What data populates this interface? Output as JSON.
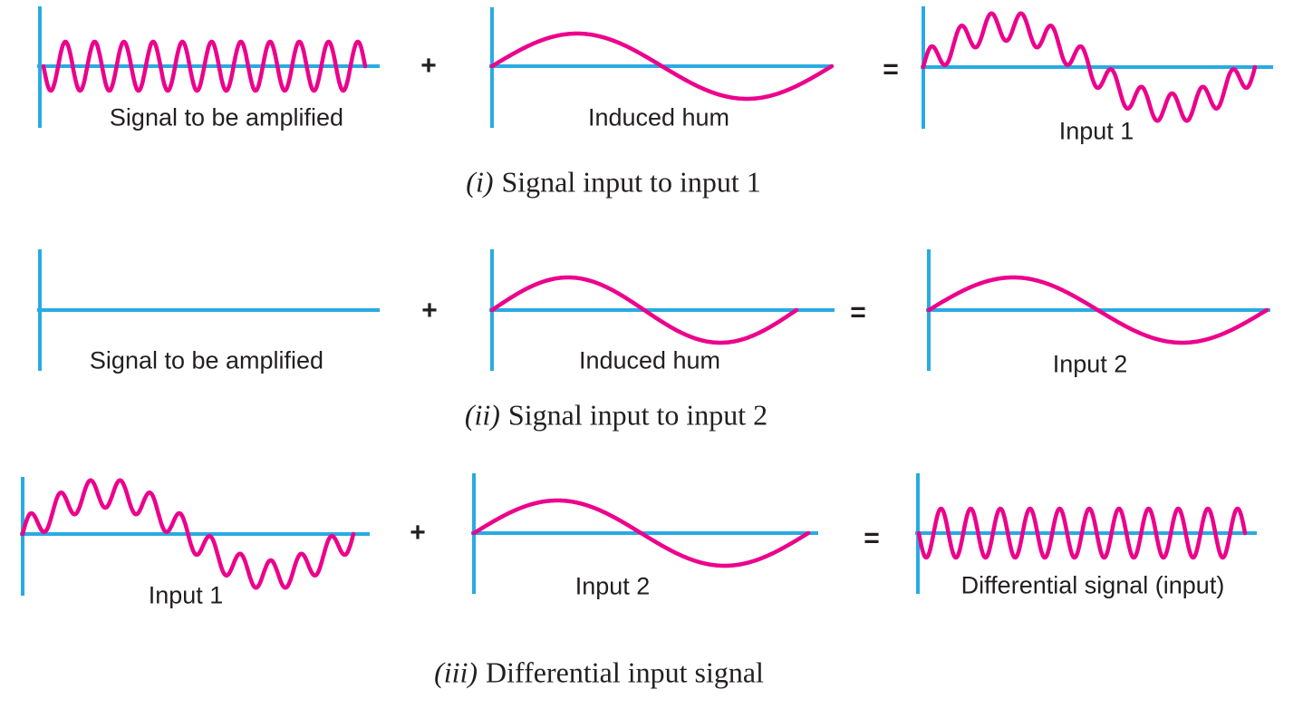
{
  "colors": {
    "axis": "#29ABE2",
    "wave": "#EC008C",
    "text": "#231F20"
  },
  "rows": [
    {
      "caption": {
        "numeral": "(i)",
        "text": "Signal input to input 1"
      },
      "operators": {
        "plus": "+",
        "equals": "="
      },
      "panels": [
        {
          "label": "Signal to be amplified",
          "signal": {
            "type": "carrier",
            "cycles": 11,
            "amp": 27
          }
        },
        {
          "label": "Induced hum",
          "signal": {
            "type": "hum",
            "cycles": 1,
            "amp": 36
          }
        },
        {
          "label": "Input 1",
          "signal": {
            "type": "combined",
            "env_cycles": 1,
            "env_amp": 45,
            "ripple_cycles": 11,
            "ripple_amp": 16
          }
        }
      ]
    },
    {
      "caption": {
        "numeral": "(ii)",
        "text": "Signal input to input 2"
      },
      "operators": {
        "plus": "+",
        "equals": "="
      },
      "panels": [
        {
          "label": "Signal to be amplified",
          "signal": {
            "type": "flat"
          }
        },
        {
          "label": "Induced hum",
          "signal": {
            "type": "hum",
            "cycles": 1,
            "amp": 36
          }
        },
        {
          "label": "Input 2",
          "signal": {
            "type": "hum",
            "cycles": 1,
            "amp": 36
          }
        }
      ]
    },
    {
      "caption": {
        "numeral": "(iii)",
        "text": "Differential input signal"
      },
      "operators": {
        "plus": "+",
        "equals": "="
      },
      "panels": [
        {
          "label": "Input 1",
          "signal": {
            "type": "combined",
            "env_cycles": 1,
            "env_amp": 45,
            "ripple_cycles": 11,
            "ripple_amp": 16
          }
        },
        {
          "label": "Input 2",
          "signal": {
            "type": "hum",
            "cycles": 1,
            "amp": 36
          }
        },
        {
          "label": "Differential signal (input)",
          "signal": {
            "type": "carrier",
            "cycles": 11,
            "amp": 27
          }
        }
      ]
    }
  ]
}
